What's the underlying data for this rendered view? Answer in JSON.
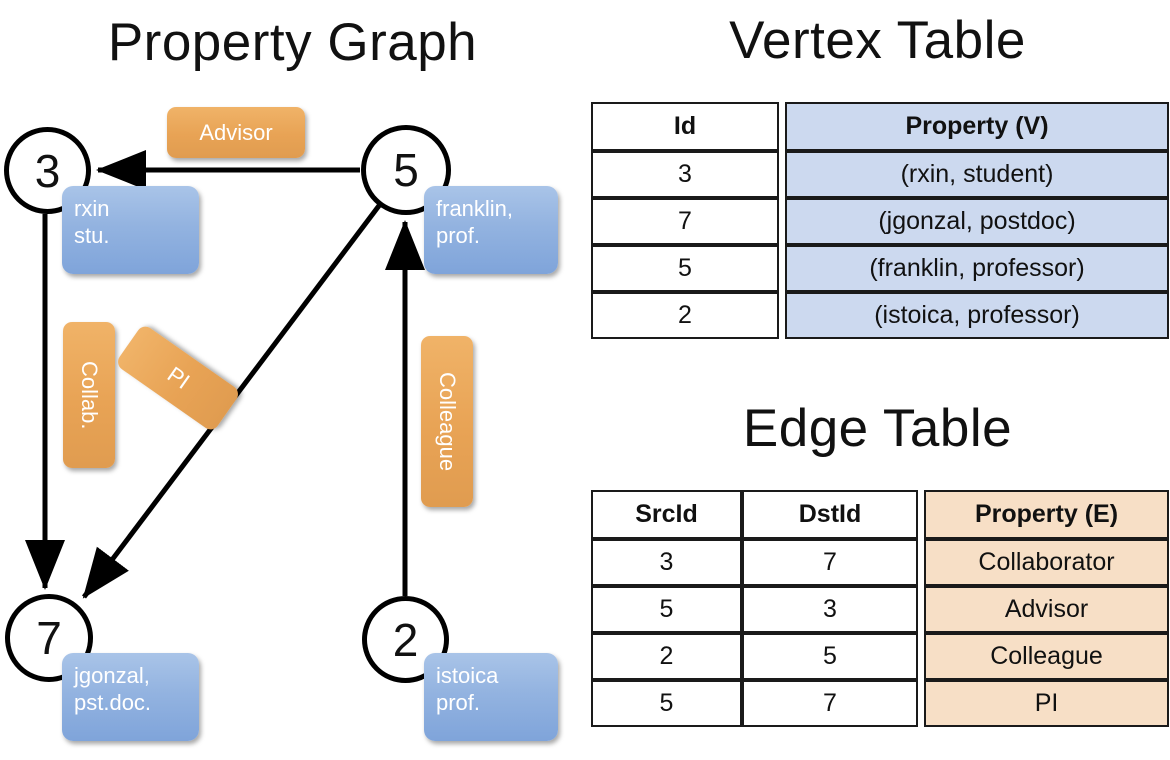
{
  "titles": {
    "property_graph": "Property Graph",
    "vertex_table": "Vertex Table",
    "edge_table": "Edge Table"
  },
  "graph": {
    "vertices": [
      {
        "id": "3",
        "label": "rxin\nstu.",
        "name_line1": "rxin",
        "name_line2": "stu."
      },
      {
        "id": "5",
        "label": "franklin, prof.",
        "name_line1": "franklin,",
        "name_line2": "prof."
      },
      {
        "id": "7",
        "label": "jgonzal, pst.doc.",
        "name_line1": "jgonzal,",
        "name_line2": "pst.doc."
      },
      {
        "id": "2",
        "label": "istoica prof.",
        "name_line1": "istoica",
        "name_line2": "prof."
      }
    ],
    "edge_labels": [
      {
        "text": "Advisor",
        "orientation": "horizontal"
      },
      {
        "text": "Collab.",
        "orientation": "vertical"
      },
      {
        "text": "PI",
        "orientation": "rotated"
      },
      {
        "text": "Colleague",
        "orientation": "vertical"
      }
    ],
    "arrows": [
      {
        "from": "5",
        "to": "3",
        "label": "Advisor"
      },
      {
        "from": "3",
        "to": "7",
        "label": "Collab."
      },
      {
        "from": "5",
        "to": "7",
        "label": "PI"
      },
      {
        "from": "2",
        "to": "5",
        "label": "Colleague"
      }
    ]
  },
  "vertex_table": {
    "columns": [
      "Id",
      "Property (V)"
    ],
    "rows": [
      {
        "id": "3",
        "property": "(rxin, student)"
      },
      {
        "id": "7",
        "property": "(jgonzal, postdoc)"
      },
      {
        "id": "5",
        "property": "(franklin, professor)"
      },
      {
        "id": "2",
        "property": "(istoica, professor)"
      }
    ]
  },
  "edge_table": {
    "columns": [
      "SrcId",
      "DstId",
      "Property (E)"
    ],
    "rows": [
      {
        "src": "3",
        "dst": "7",
        "property": "Collaborator"
      },
      {
        "src": "5",
        "dst": "3",
        "property": "Advisor"
      },
      {
        "src": "2",
        "dst": "5",
        "property": "Colleague"
      },
      {
        "src": "5",
        "dst": "7",
        "property": "PI"
      }
    ]
  },
  "colors": {
    "vertex_property_fill": "#ccd9ef",
    "edge_property_fill": "#f7dfc6",
    "node_box_blue": "#8fb0de",
    "edge_label_orange": "#e8a355",
    "stroke": "#000000",
    "background": "#ffffff"
  }
}
